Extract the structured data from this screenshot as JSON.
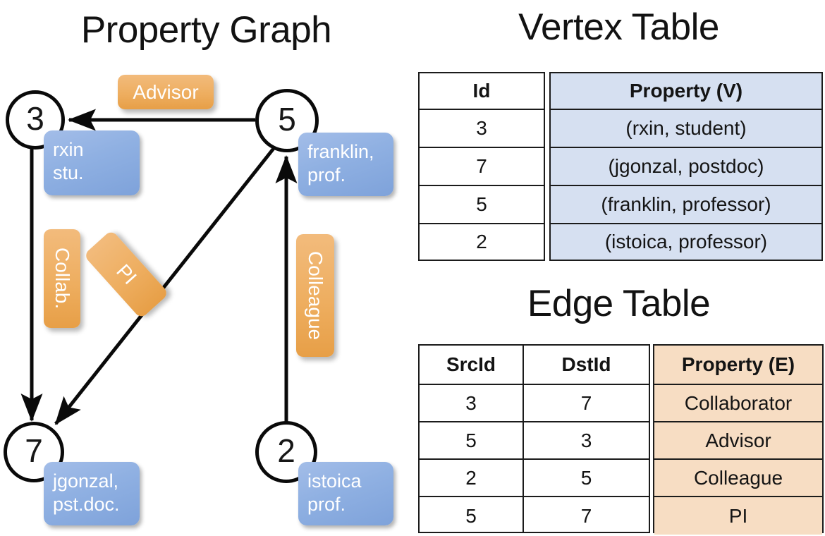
{
  "titles": {
    "graph": "Property Graph",
    "vertex": "Vertex Table",
    "edge": "Edge Table"
  },
  "colors": {
    "vertex_property_fill": "#d6e0f1",
    "edge_property_fill": "#f7ddc3",
    "node_box_blue": "#8fb0e2",
    "edge_label_orange": "#eeae60",
    "stroke": "#111111"
  },
  "graph": {
    "nodes": [
      {
        "id": "3",
        "property_line1": "rxin",
        "property_line2": "stu."
      },
      {
        "id": "5",
        "property_line1": "franklin,",
        "property_line2": "prof."
      },
      {
        "id": "7",
        "property_line1": "jgonzal,",
        "property_line2": "pst.doc."
      },
      {
        "id": "2",
        "property_line1": "istoica",
        "property_line2": "prof."
      }
    ],
    "edge_labels": [
      {
        "name": "advisor",
        "text": "Advisor",
        "orientation": "horizontal"
      },
      {
        "name": "collab",
        "text": "Collab.",
        "orientation": "vertical"
      },
      {
        "name": "pi",
        "text": "PI",
        "orientation": "diagonal"
      },
      {
        "name": "colleague",
        "text": "Colleague",
        "orientation": "vertical"
      }
    ]
  },
  "vertex_table": {
    "headers": [
      "Id",
      "Property (V)"
    ],
    "rows": [
      {
        "id": "3",
        "property": "(rxin, student)"
      },
      {
        "id": "7",
        "property": "(jgonzal, postdoc)"
      },
      {
        "id": "5",
        "property": "(franklin, professor)"
      },
      {
        "id": "2",
        "property": "(istoica, professor)"
      }
    ]
  },
  "edge_table": {
    "headers": [
      "SrcId",
      "DstId",
      "Property (E)"
    ],
    "rows": [
      {
        "src": "3",
        "dst": "7",
        "property": "Collaborator"
      },
      {
        "src": "5",
        "dst": "3",
        "property": "Advisor"
      },
      {
        "src": "2",
        "dst": "5",
        "property": "Colleague"
      },
      {
        "src": "5",
        "dst": "7",
        "property": "PI"
      }
    ]
  },
  "chart_data": {
    "type": "diagram",
    "title": "Property Graph",
    "nodes": [
      {
        "id": "3",
        "label": "rxin, stu."
      },
      {
        "id": "5",
        "label": "franklin, prof."
      },
      {
        "id": "7",
        "label": "jgonzal, pst.doc."
      },
      {
        "id": "2",
        "label": "istoica, prof."
      }
    ],
    "edges": [
      {
        "src": "3",
        "dst": "7",
        "label": "Collab."
      },
      {
        "src": "5",
        "dst": "3",
        "label": "Advisor"
      },
      {
        "src": "2",
        "dst": "5",
        "label": "Colleague"
      },
      {
        "src": "5",
        "dst": "7",
        "label": "PI"
      }
    ]
  }
}
